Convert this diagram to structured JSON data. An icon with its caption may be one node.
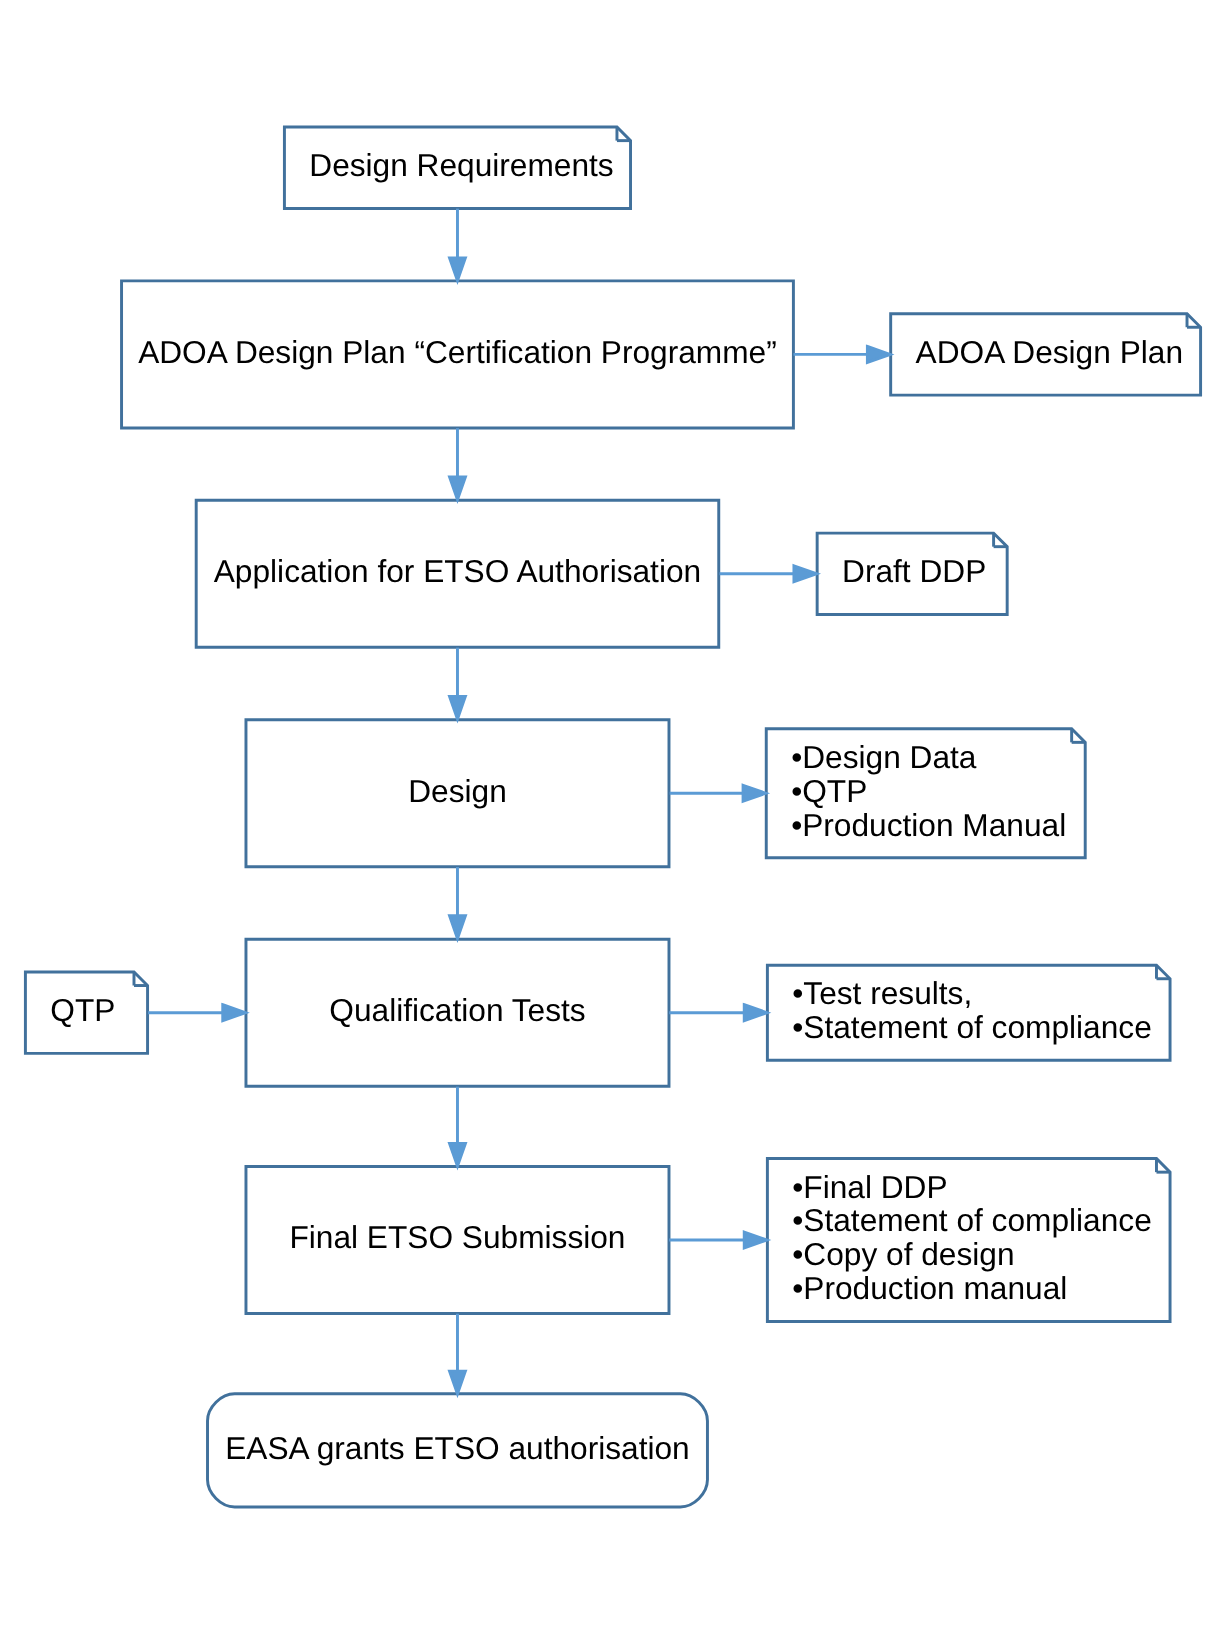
{
  "diagram": {
    "nodes": [
      {
        "text": [
          "Design Requirements"
        ]
      },
      {
        "text": [
          "ADOA Design Plan “Certification Programme”"
        ]
      },
      {
        "text": [
          "ADOA Design Plan"
        ]
      },
      {
        "text": [
          "Application for ETSO Authorisation"
        ]
      },
      {
        "text": [
          "Draft DDP"
        ]
      },
      {
        "text": [
          "Design"
        ]
      },
      {
        "text": [
          "•Design Data",
          "•QTP",
          "•Production Manual"
        ]
      },
      {
        "text": [
          "QTP"
        ]
      },
      {
        "text": [
          "Qualification Tests"
        ]
      },
      {
        "text": [
          "•Test results,",
          "•Statement of compliance"
        ]
      },
      {
        "text": [
          "Final ETSO Submission"
        ]
      },
      {
        "text": [
          "•Final DDP",
          "•Statement of compliance",
          "•Copy of design",
          "•Production manual"
        ]
      },
      {
        "text": [
          "EASA grants ETSO authorisation"
        ]
      }
    ],
    "edges": [
      {
        "from": 0,
        "to": 1,
        "arrow": "to"
      },
      {
        "from": 1,
        "to": 2,
        "arrow": "to"
      },
      {
        "from": 1,
        "to": 3,
        "arrow": "to"
      },
      {
        "from": 3,
        "to": 4,
        "arrow": "to"
      },
      {
        "from": 3,
        "to": 5,
        "arrow": "to"
      },
      {
        "from": 5,
        "to": 6,
        "arrow": "to"
      },
      {
        "from": 5,
        "to": 8,
        "arrow": "to"
      },
      {
        "from": 7,
        "to": 8,
        "arrow": "to"
      },
      {
        "from": 8,
        "to": 9,
        "arrow": "to"
      },
      {
        "from": 8,
        "to": 10,
        "arrow": "to"
      },
      {
        "from": 10,
        "to": 11,
        "arrow": "to"
      },
      {
        "from": 10,
        "to": 12,
        "arrow": "to"
      }
    ]
  }
}
